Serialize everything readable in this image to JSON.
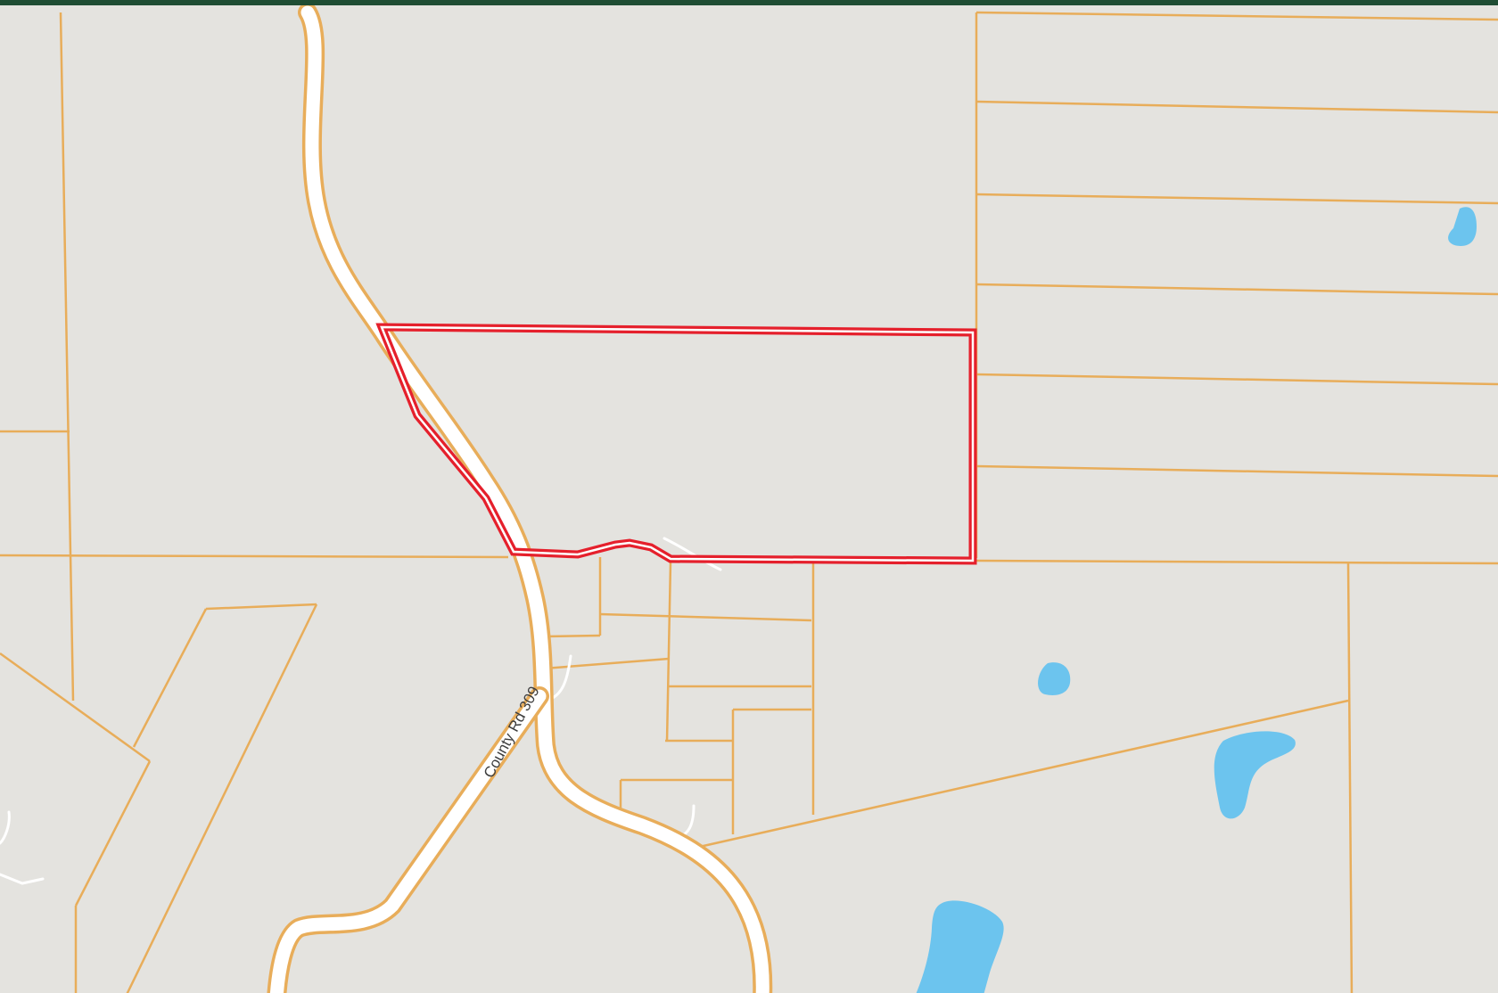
{
  "map": {
    "road_label": "County Rd 309",
    "colors": {
      "land": "#e4e3df",
      "parcel_line": "#e8ad5a",
      "road_fill": "#ffffff",
      "road_casing": "#e8ad5a",
      "water": "#6cc4ee",
      "highlight": "#e5202c",
      "frame": "#1f4d33"
    },
    "layers": [
      "parcel-boundaries",
      "roads",
      "water-bodies",
      "highlighted-parcel"
    ]
  }
}
